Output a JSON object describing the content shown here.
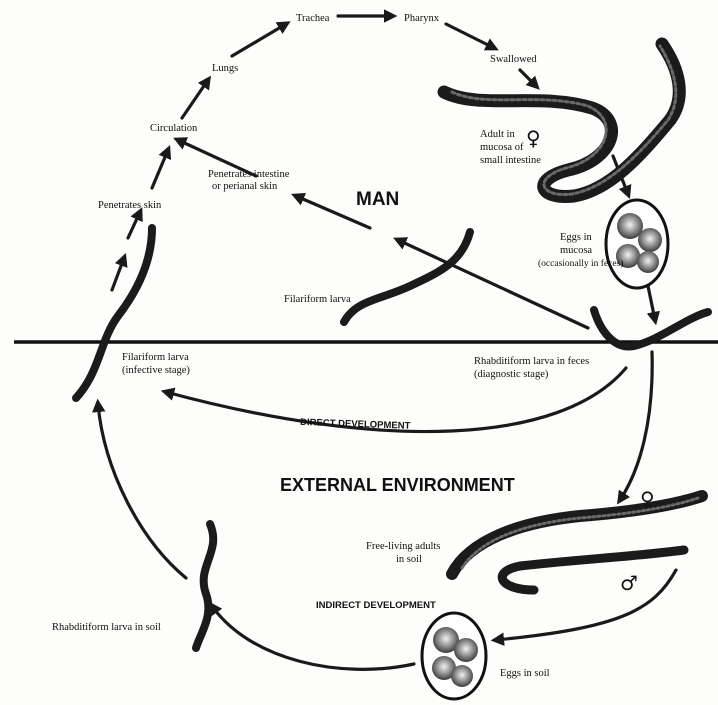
{
  "labels": {
    "trachea": "Trachea",
    "pharynx": "Pharynx",
    "lungs": "Lungs",
    "swallowed": "Swallowed",
    "circulation": "Circulation",
    "adult_mucosa_1": "Adult in",
    "adult_mucosa_2": "mucosa of",
    "adult_mucosa_3": "small intestine",
    "penetrates_intestine_1": "Penetrates intestine",
    "penetrates_intestine_2": "or perianal skin",
    "man": "MAN",
    "penetrates_skin": "Penetrates skin",
    "eggs_mucosa_1": "Eggs in",
    "eggs_mucosa_2": "mucosa",
    "eggs_mucosa_3": "(occasionally in feces)",
    "filariform_upper": "Filariform larva",
    "filariform_lower_1": "Filariform larva",
    "filariform_lower_2": "(infective stage)",
    "rhabditiform_feces_1": "Rhabditiform larva in feces",
    "rhabditiform_feces_2": "(diagnostic stage)",
    "direct_development": "DIRECT DEVELOPMENT",
    "external_environment": "EXTERNAL ENVIRONMENT",
    "free_living_1": "Free-living adults",
    "free_living_2": "in soil",
    "indirect_development": "INDIRECT DEVELOPMENT",
    "rhabditiform_soil": "Rhabditiform larva in soil",
    "eggs_soil": "Eggs in soil"
  },
  "symbols": {
    "female": "♀",
    "male": "♂"
  }
}
